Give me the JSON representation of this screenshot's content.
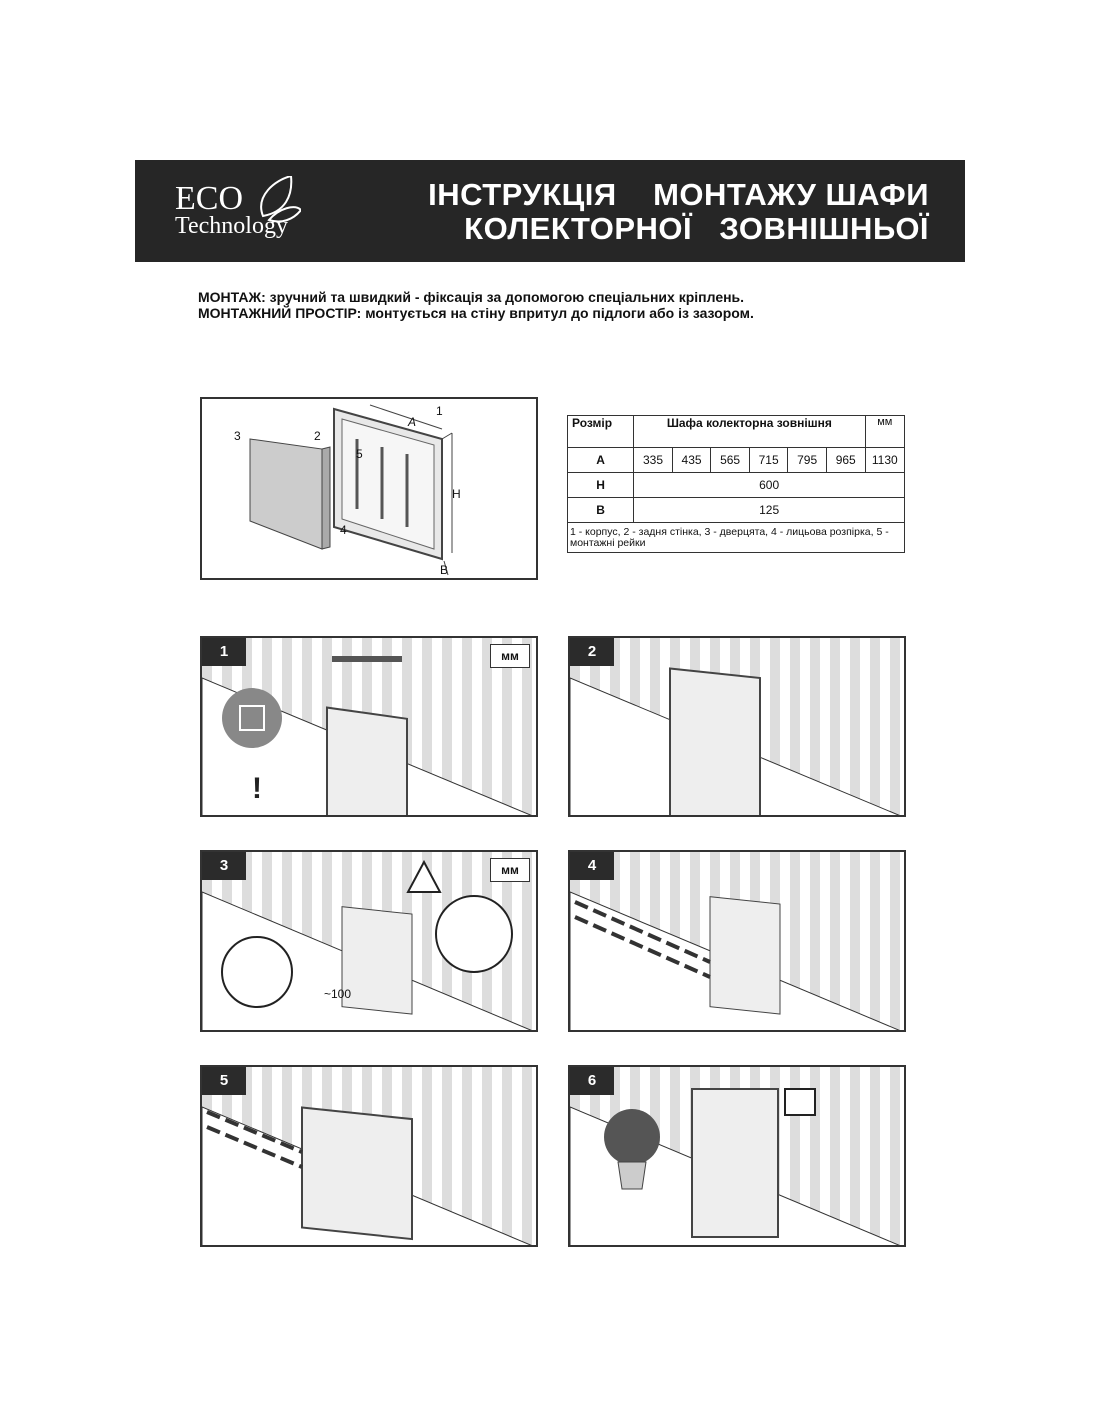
{
  "header": {
    "logo_eco": "ECO",
    "logo_tech": "Technology",
    "title_line1": "ІНСТРУКЦІЯ    МОНТАЖУ ШАФИ",
    "title_line2": "КОЛЕКТОРНОЇ   ЗОВНІШНЬОЇ"
  },
  "intro": [
    {
      "label": "МОНТАЖ:",
      "text": " зручний та швидкий - фіксація за допомогою спеціальних кріплень."
    },
    {
      "label": "МОНТАЖНИЙ ПРОСТІР:",
      "text": " монтується на стіну впритул до підлоги або із зазором."
    }
  ],
  "diagram": {
    "labels": [
      "1",
      "2",
      "3",
      "4",
      "5",
      "A",
      "H",
      "B"
    ]
  },
  "table": {
    "col1": "Розмір",
    "title": "Шафа колекторна зовнішня",
    "unit": "мм",
    "rows": [
      {
        "label": "A",
        "values": [
          "335",
          "435",
          "565",
          "715",
          "795",
          "965",
          "1130"
        ]
      },
      {
        "label": "H",
        "value": "600"
      },
      {
        "label": "B",
        "value": "125"
      }
    ],
    "legend": "1 - корпус, 2 - задня стінка, 3 - дверцята, 4 - лицьова розпірка, 5  - монтажні рейки"
  },
  "steps": [
    {
      "num": "1",
      "unit": "мм"
    },
    {
      "num": "2"
    },
    {
      "num": "3",
      "unit": "мм",
      "note": "~100"
    },
    {
      "num": "4"
    },
    {
      "num": "5"
    },
    {
      "num": "6"
    }
  ]
}
